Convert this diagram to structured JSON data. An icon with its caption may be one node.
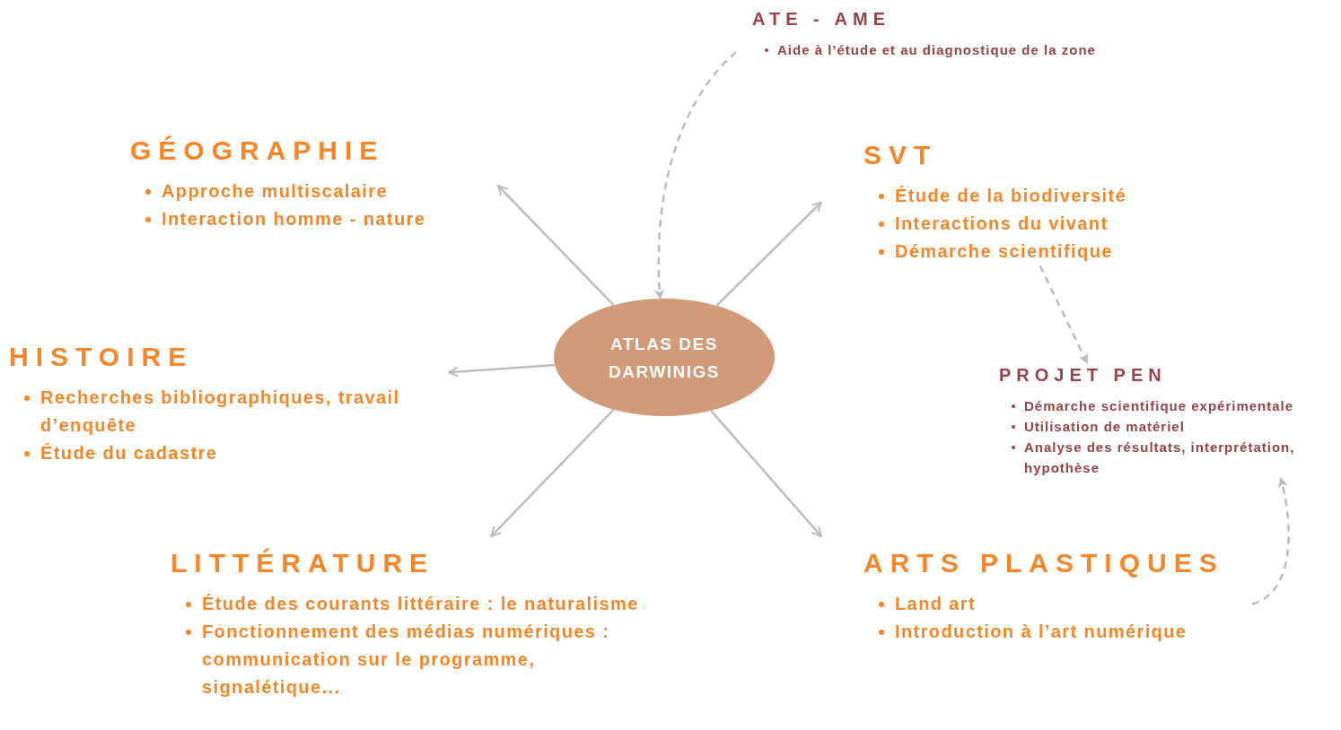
{
  "diagram": {
    "nodes": [
      {
        "text": [
          "ATE - AME",
          "Aide à l’étude et au diagnostique de la zone"
        ]
      },
      {
        "text": [
          "GÉOGRAPHIE",
          "Approche multiscalaire",
          "Interaction homme - nature"
        ]
      },
      {
        "text": [
          "SVT",
          "Étude de la biodiversité",
          "Interactions du vivant",
          "Démarche scientifique"
        ]
      },
      {
        "text": [
          "HISTOIRE",
          "Recherches bibliographiques, travail d’enquête",
          "Étude du cadastre"
        ]
      },
      {
        "text": [
          "ATLAS DES DARWINIGS"
        ]
      },
      {
        "text": [
          "PROJET PEN",
          "Démarche scientifique expérimentale",
          "Utilisation de matériel",
          "Analyse des résultats, interprétation, hypothèse"
        ]
      },
      {
        "text": [
          "LITTÉRATURE",
          "Étude des courants littéraire : le naturalisme",
          "Fonctionnement des médias numériques : communication sur le programme, signalétique..."
        ]
      },
      {
        "text": [
          "ARTS PLASTIQUES",
          "Land art",
          "Introduction à l’art numérique"
        ]
      }
    ],
    "edges": [
      {
        "from": 0,
        "to": 4,
        "arrow": "to",
        "style": "dashed"
      },
      {
        "from": 4,
        "to": 1,
        "arrow": "to"
      },
      {
        "from": 4,
        "to": 2,
        "arrow": "to"
      },
      {
        "from": 4,
        "to": 3,
        "arrow": "to"
      },
      {
        "from": 4,
        "to": 6,
        "arrow": "to"
      },
      {
        "from": 4,
        "to": 7,
        "arrow": "to"
      },
      {
        "from": 2,
        "to": 5,
        "arrow": "to",
        "style": "dashed"
      },
      {
        "from": 7,
        "to": 5,
        "arrow": "to",
        "style": "dashed"
      }
    ]
  }
}
